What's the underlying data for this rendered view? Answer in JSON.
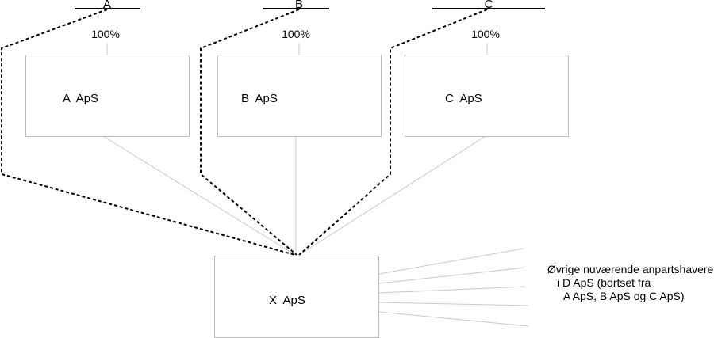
{
  "owners": [
    {
      "id": "a",
      "name": "A",
      "percent": "100%",
      "company": "A  ApS"
    },
    {
      "id": "b",
      "name": "B",
      "percent": "100%",
      "company": "B  ApS"
    },
    {
      "id": "c",
      "name": "C",
      "percent": "100%",
      "company": "C  ApS"
    }
  ],
  "target": {
    "company": "X  ApS"
  },
  "other_owners": {
    "line1": "Øvrige nuværende anpartshavere",
    "line2": "i D ApS (bortset fra",
    "line3": "A ApS, B ApS og C ApS)"
  },
  "colors": {
    "thin_line": "#c8c8c8",
    "box_border": "#bdbdbd",
    "dashed": "#000000"
  }
}
